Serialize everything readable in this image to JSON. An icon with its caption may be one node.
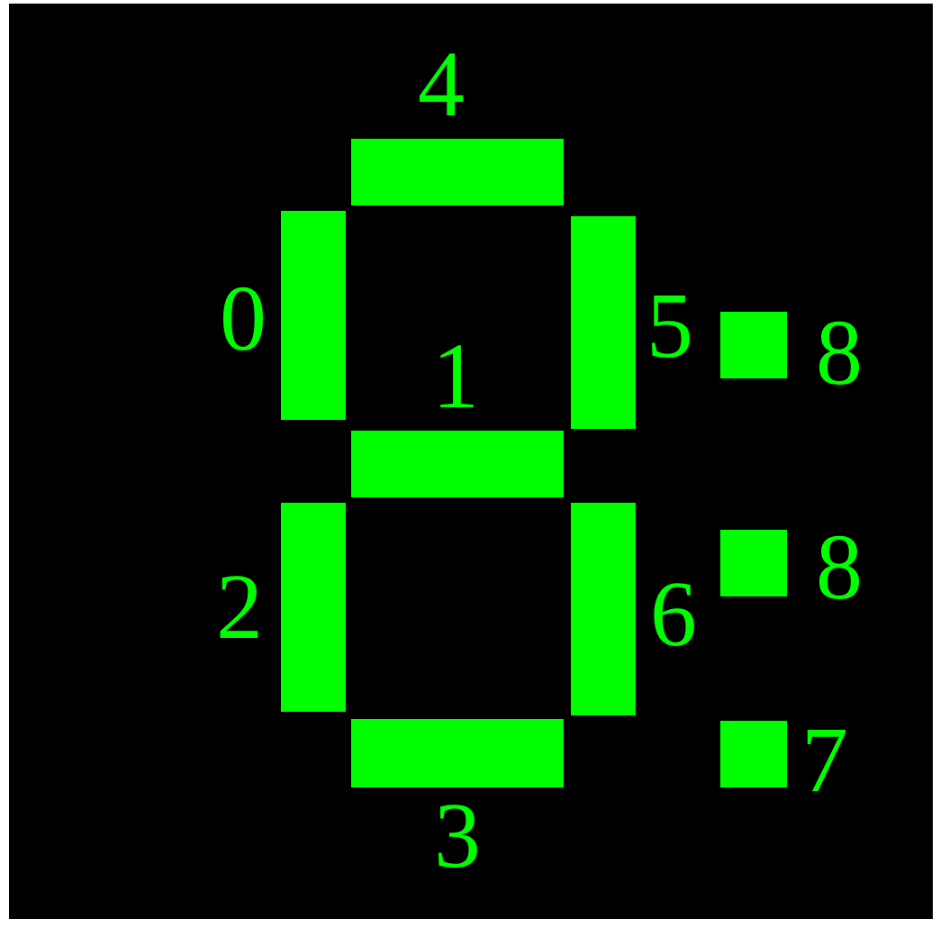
{
  "diagram": {
    "labels": [
      "4",
      "0",
      "1",
      "5",
      "8",
      "2",
      "6",
      "8",
      "7",
      "3"
    ]
  }
}
